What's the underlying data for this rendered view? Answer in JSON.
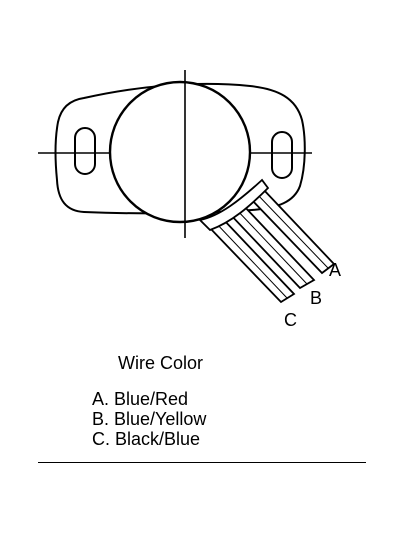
{
  "wire_labels": {
    "a": "A",
    "b": "B",
    "c": "C"
  },
  "legend": {
    "title": "Wire Color",
    "items": [
      "A. Blue/Red",
      "B. Blue/Yellow",
      "C. Black/Blue"
    ]
  },
  "colors": {
    "ink": "#000000",
    "paper": "#ffffff"
  }
}
